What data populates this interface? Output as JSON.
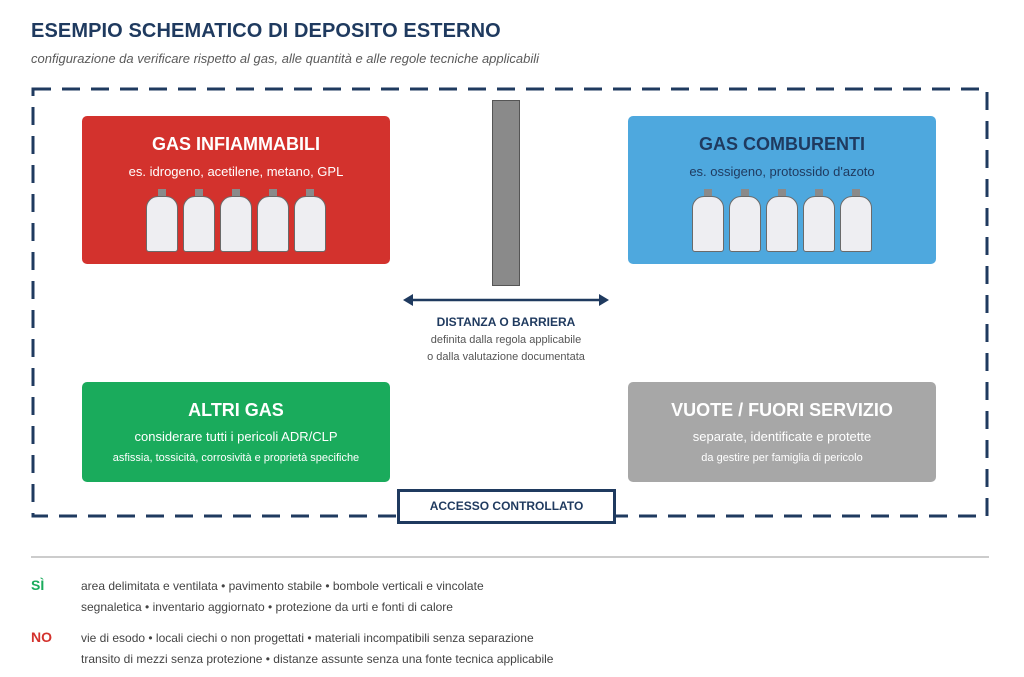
{
  "header": {
    "title": "ESEMPIO SCHEMATICO DI DEPOSITO ESTERNO",
    "subtitle": "configurazione da verificare rispetto al gas, alle quantità e alle regole tecniche applicabili"
  },
  "zones": {
    "flammable": {
      "title": "GAS INFIAMMABILI",
      "examples": "es. idrogeno, acetilene, metano, GPL",
      "cylinders": 5,
      "color": "#d3322d"
    },
    "oxidizing": {
      "title": "GAS COMBURENTI",
      "examples": "es. ossigeno, protossido d'azoto",
      "cylinders": 5,
      "color": "#4ea8de"
    },
    "other": {
      "title": "ALTRI GAS",
      "line1": "considerare tutti i pericoli ADR/CLP",
      "line2": "asfissia, tossicità, corrosività e proprietà specifiche",
      "color": "#1aab5c"
    },
    "empty": {
      "title": "VUOTE / FUORI SERVIZIO",
      "line1": "separate, identificate e protette",
      "line2": "da gestire per famiglia di pericolo",
      "color": "#a7a7a7"
    }
  },
  "separation": {
    "title": "DISTANZA O BARRIERA",
    "note1": "definita dalla regola applicabile",
    "note2": "o dalla valutazione documentata"
  },
  "access": {
    "label": "ACCESSO CONTROLLATO"
  },
  "rules": {
    "yes": {
      "label": "SÌ",
      "line1": "area delimitata e ventilata • pavimento stabile • bombole verticali e vincolate",
      "line2": "segnaletica • inventario aggiornato • protezione da urti e fonti di calore",
      "color": "#1aab5c"
    },
    "no": {
      "label": "NO",
      "line1": "vie di esodo • locali ciechi o non progettati • materiali incompatibili senza separazione",
      "line2": "transito di mezzi senza protezione • distanze assunte senza una fonte tecnica applicabile",
      "color": "#d3322d"
    }
  },
  "colors": {
    "navy": "#1f3a5f"
  }
}
